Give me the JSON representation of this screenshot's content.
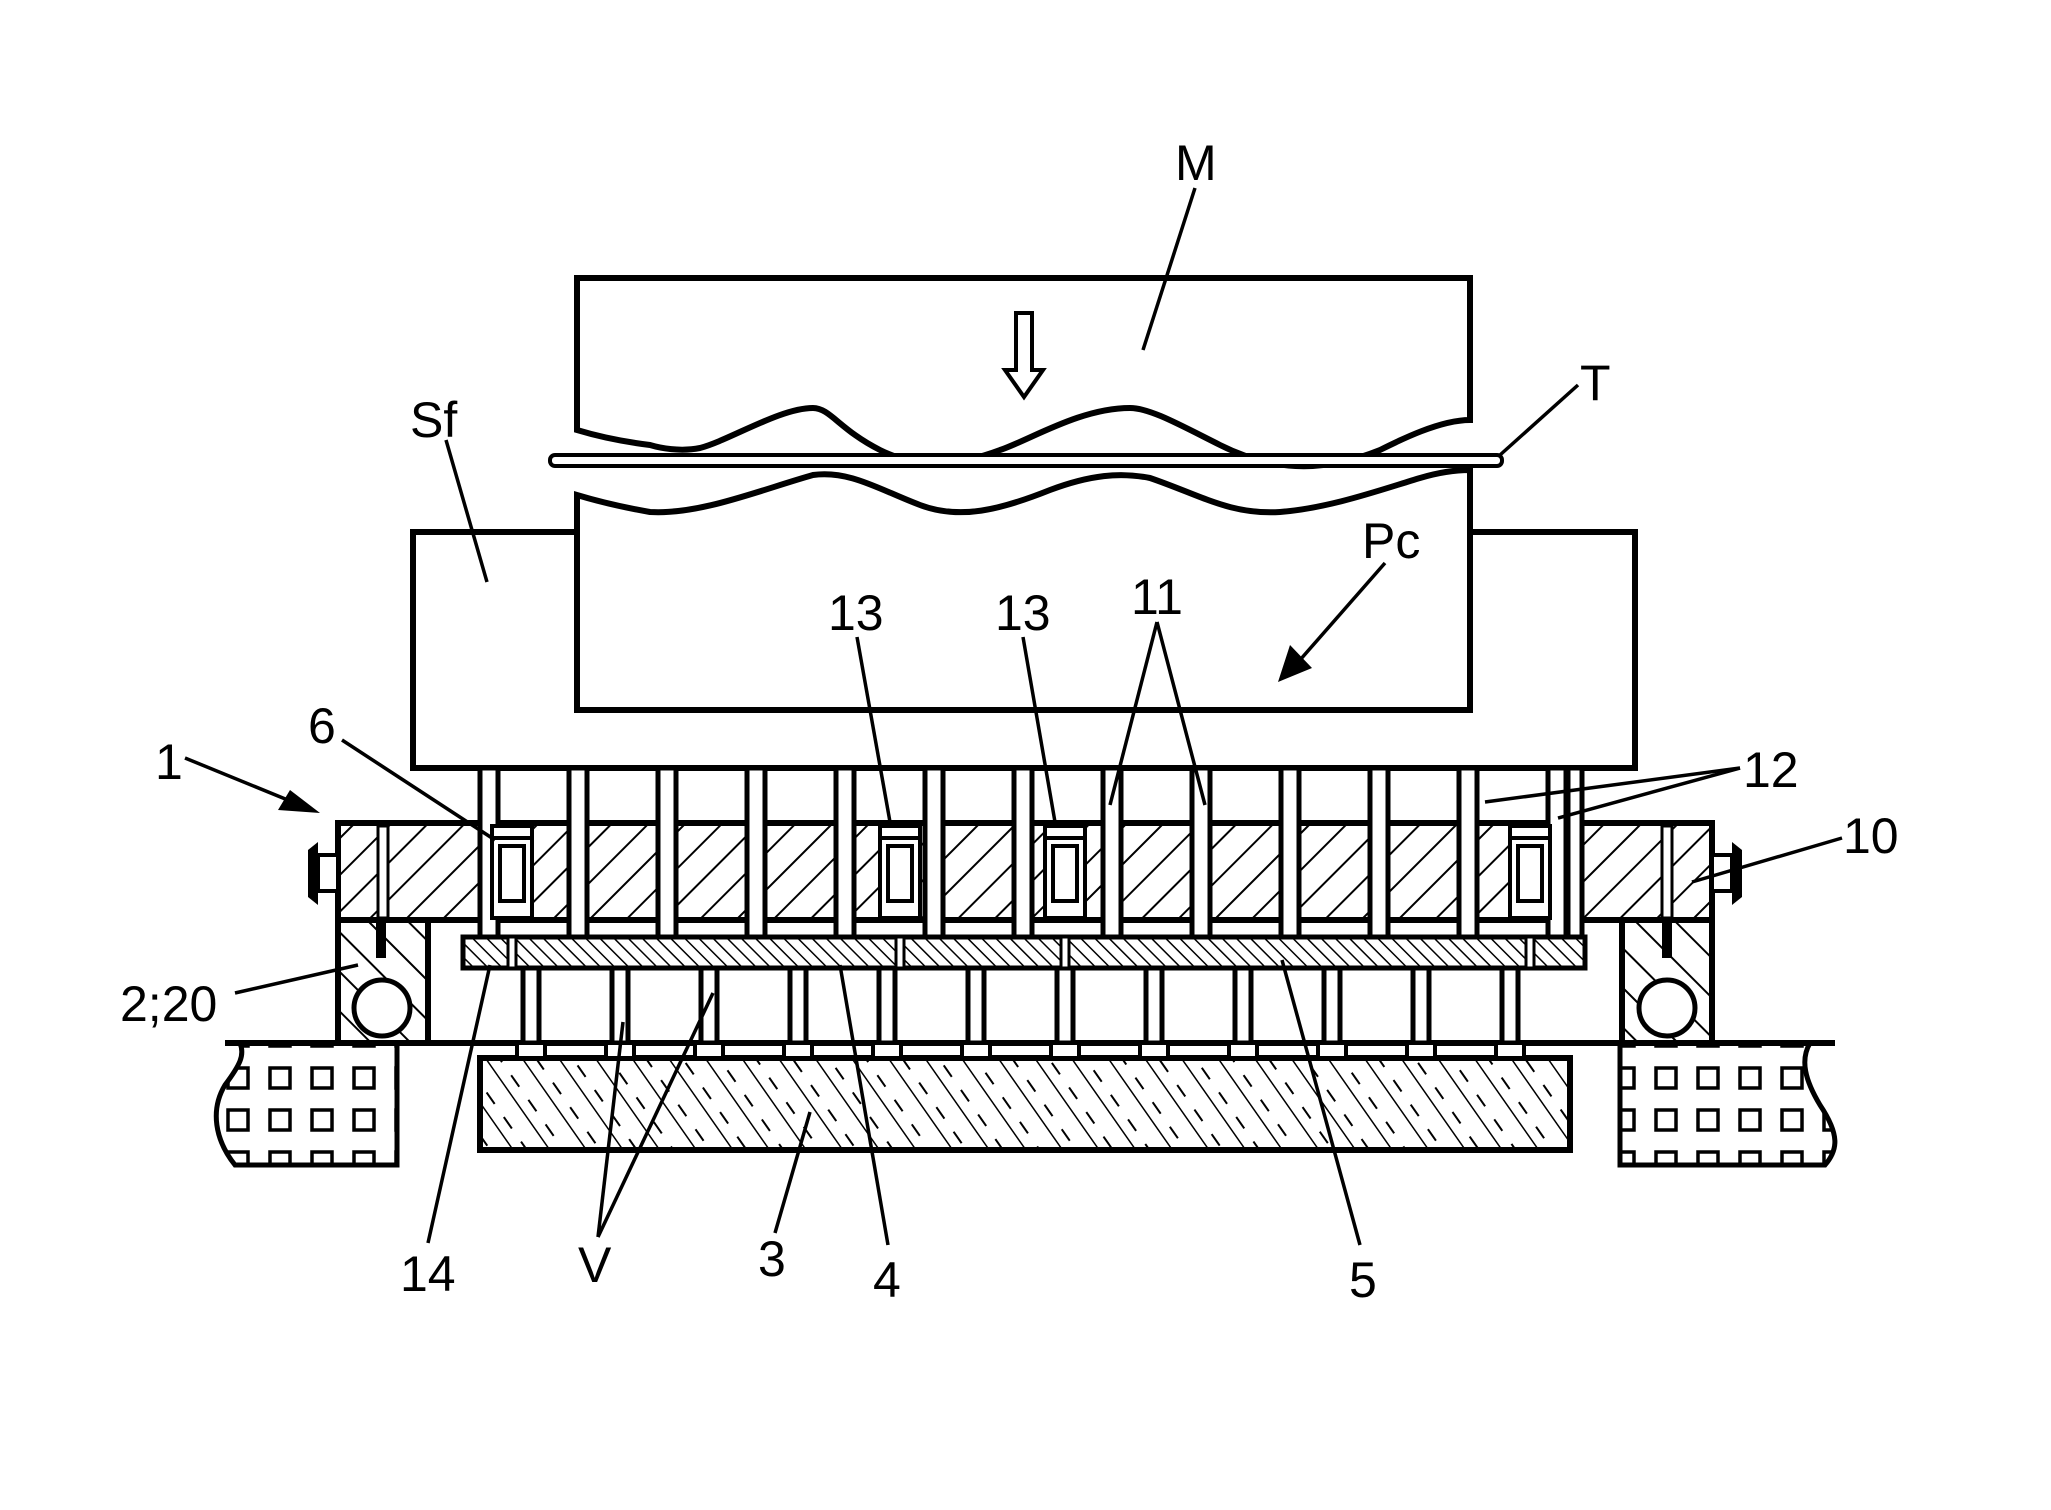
{
  "figure": {
    "type": "patent-drawing",
    "description": "Cross-section of a press apparatus with pin array support table",
    "colors": {
      "ink": "#000000",
      "paper": "#ffffff"
    }
  },
  "labels": {
    "M": "M",
    "T": "T",
    "Sf": "Sf",
    "Pc": "Pc",
    "n13a": "13",
    "n13b": "13",
    "n11": "11",
    "n1": "1",
    "n6": "6",
    "n12": "12",
    "n10": "10",
    "n2_20": "2;20",
    "n14": "14",
    "V": "V",
    "n3": "3",
    "n4": "4",
    "n5": "5"
  },
  "components": [
    {
      "ref": "M",
      "name": "upper press die",
      "has_down_arrow": true
    },
    {
      "ref": "T",
      "name": "sheet / workpiece"
    },
    {
      "ref": "Pc",
      "name": "lower die / punch carrier"
    },
    {
      "ref": "Sf",
      "name": "support frame"
    },
    {
      "ref": "1",
      "name": "pin support assembly"
    },
    {
      "ref": "6",
      "name": "guide plate (hatched)"
    },
    {
      "ref": "10",
      "name": "clamp"
    },
    {
      "ref": "11",
      "name": "support pins"
    },
    {
      "ref": "12",
      "name": "support pins (edge)"
    },
    {
      "ref": "13",
      "name": "pin inserts"
    },
    {
      "ref": "2;20",
      "name": "side bracket with roller"
    },
    {
      "ref": "4",
      "name": "intermediate plate"
    },
    {
      "ref": "5",
      "name": "intermediate plate (section)"
    },
    {
      "ref": "14",
      "name": "plate edge"
    },
    {
      "ref": "V",
      "name": "lower pins"
    },
    {
      "ref": "3",
      "name": "base block"
    }
  ],
  "pin_array": {
    "upper_pin_count": 13,
    "lower_pin_count": 12,
    "insert_count": 4
  }
}
